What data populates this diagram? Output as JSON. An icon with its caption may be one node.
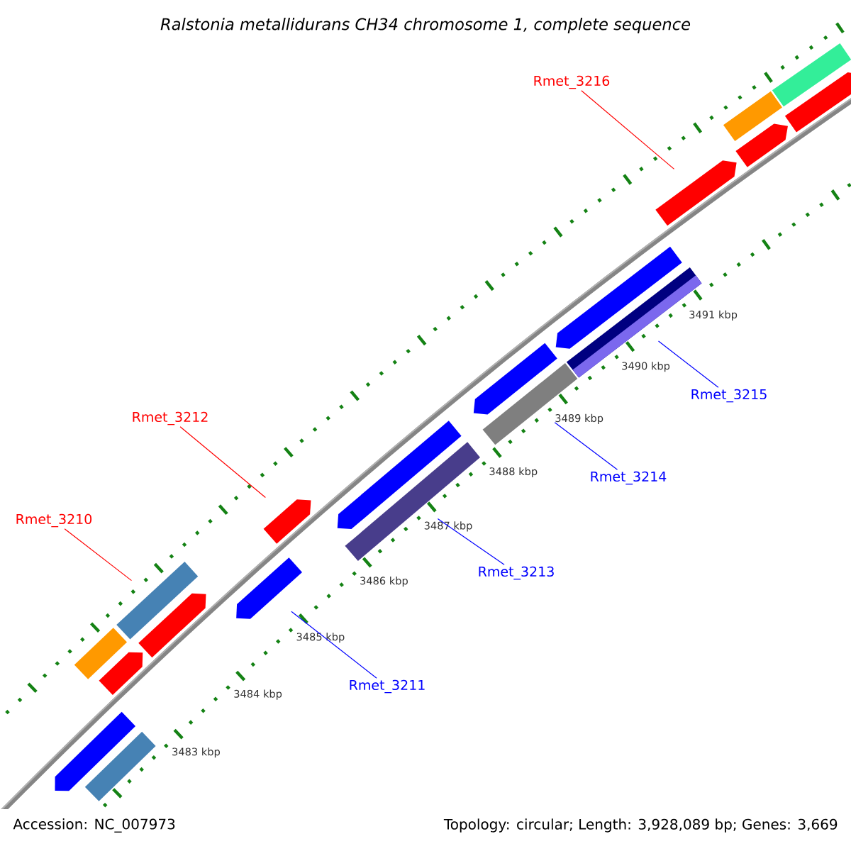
{
  "diagram": {
    "title": "Ralstonia metallidurans CH34 chromosome 1, complete sequence",
    "nodes": [
      {
        "text": [],
        "shape": "bar"
      },
      {
        "text": [],
        "shape": "bar"
      },
      {
        "text": [],
        "shape": "bar"
      },
      {
        "text": [],
        "shape": "bar"
      },
      {
        "text": [],
        "shape": "bar"
      },
      {
        "text": [],
        "shape": "bar"
      },
      {
        "text": [],
        "shape": "bar"
      },
      {
        "text": [],
        "shape": "bar"
      },
      {
        "text": [],
        "shape": "bar"
      },
      {
        "text": [],
        "shape": "bar"
      },
      {
        "text": [],
        "shape": "bar"
      },
      {
        "text": [],
        "shape": "bar"
      },
      {
        "text": [],
        "shape": "bar"
      },
      {
        "text": [],
        "shape": "bar"
      },
      {
        "text": [],
        "shape": "bar"
      },
      {
        "text": [],
        "shape": "bar"
      },
      {
        "text": [],
        "shape": "bar"
      },
      {
        "text": [],
        "shape": "bar"
      },
      {
        "text": [],
        "shape": "bar"
      },
      {
        "text": [
          "Rmet_3210"
        ]
      },
      {
        "text": [
          "Rmet_3211"
        ]
      },
      {
        "text": [
          "Rmet_3212"
        ]
      },
      {
        "text": [
          "Rmet_3213"
        ]
      },
      {
        "text": [
          "Rmet_3214"
        ]
      },
      {
        "text": [
          "Rmet_3215"
        ]
      },
      {
        "text": [
          "Rmet_3216"
        ]
      }
    ],
    "edges": [
      {
        "from": 19,
        "to": 4,
        "arrow": "none",
        "color": "#ff0000"
      },
      {
        "from": 20,
        "to": 6,
        "arrow": "none"
      },
      {
        "from": 21,
        "to": 7,
        "arrow": "none",
        "color": "#ff0000"
      },
      {
        "from": 22,
        "to": 8,
        "arrow": "none"
      },
      {
        "from": 23,
        "to": 10,
        "arrow": "none"
      },
      {
        "from": 24,
        "to": 12,
        "arrow": "none"
      },
      {
        "from": 25,
        "to": 14,
        "arrow": "none",
        "color": "#ff0000"
      }
    ],
    "labels": [
      "3483 kbp",
      "3484 kbp",
      "3485 kbp",
      "3486 kbp",
      "3487 kbp",
      "3488 kbp",
      "3489 kbp",
      "3490 kbp",
      "3491 kbp",
      "Accession: NC_007973",
      "Topology: circular; Length: 3,928,089 bp; Genes: 3,669"
    ]
  }
}
